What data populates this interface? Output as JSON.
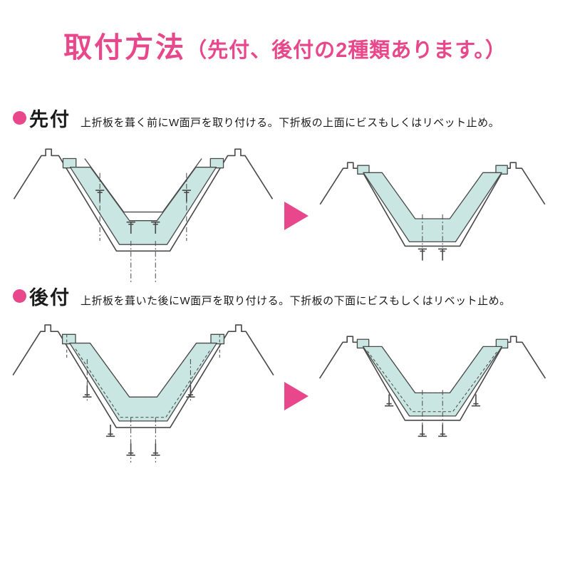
{
  "title": {
    "main": "取付方法",
    "sub": "（先付、後付の2種類あります。）"
  },
  "sections": [
    {
      "label": "先付",
      "description": "上折板を葺く前にW面戸を取り付ける。下折板の上面にビスもしくはリベット止め。"
    },
    {
      "label": "後付",
      "description": "上折板を葺いた後にW面戸を取り付ける。下折板の下面にビスもしくはリベット止め。"
    }
  ],
  "colors": {
    "accent_pink": "#e8488b",
    "filler_teal": "#c9e6e2",
    "line": "#4a4a4a",
    "background": "#ffffff"
  },
  "icons": {
    "bullet": "pink-circle",
    "arrow": "right-pointing-triangle"
  }
}
